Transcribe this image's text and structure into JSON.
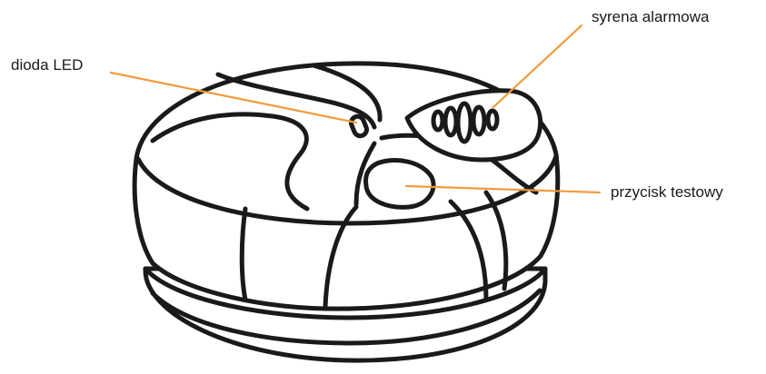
{
  "labels": {
    "led": "dioda LED",
    "siren": "syrena alarmowa",
    "test_button": "przycisk testowy"
  },
  "colors": {
    "leader_line": "#f39a3c",
    "outline": "#1a1a1a",
    "background": "#ffffff"
  }
}
